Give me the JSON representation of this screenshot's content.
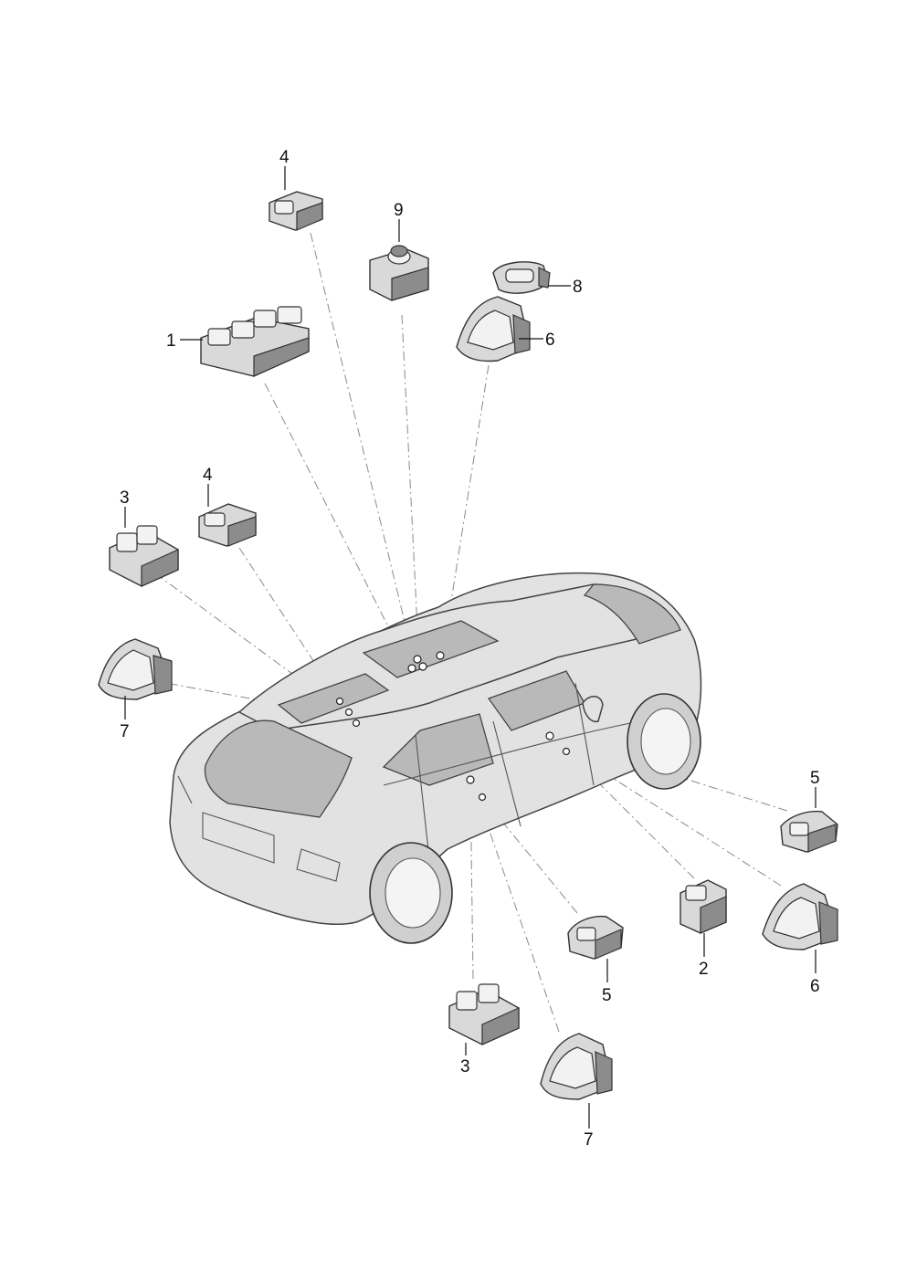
{
  "callouts": {
    "c1": "1",
    "c2": "2",
    "c3_left": "3",
    "c3_bottom": "3",
    "c4_top": "4",
    "c4_mid": "4",
    "c5_right": "5",
    "c5_bottom": "5",
    "c6_top": "6",
    "c6_right": "6",
    "c7_left": "7",
    "c7_bottom": "7",
    "c8": "8",
    "c9": "9"
  },
  "colors": {
    "line": "#8a8a8a",
    "part_fill": "#d9d9d9",
    "glass": "#b9b9b9",
    "text": "#111111"
  },
  "icons": {
    "vehicle": "suv-vehicle-illustration",
    "switch_window_4": "window-switch-block-4",
    "switch_window_2": "window-switch-block-2",
    "switch_single": "single-switch",
    "switch_handle": "door-switch-panel",
    "switch_knob": "mirror-adjust-knob"
  }
}
